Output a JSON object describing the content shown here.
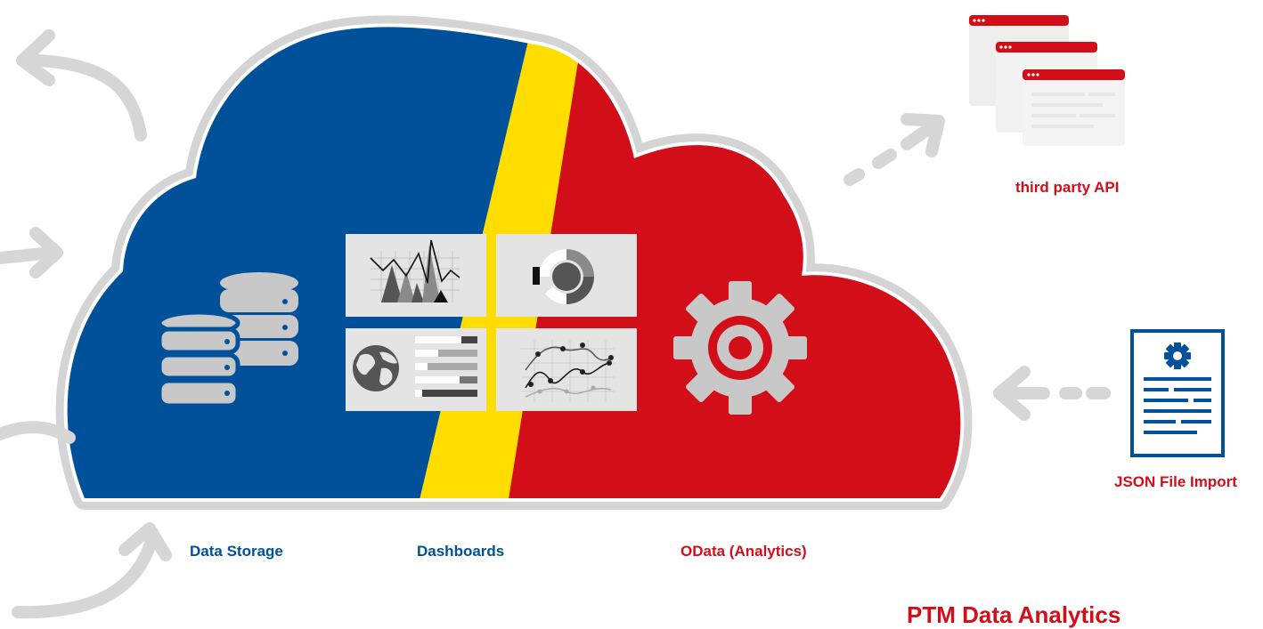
{
  "labels": {
    "data_storage": "Data Storage",
    "dashboards": "Dashboards",
    "odata": "OData (Analytics)",
    "third_party_api": "third party API",
    "json_file_import": "JSON File Import",
    "title": "PTM Data Analytics"
  },
  "colors": {
    "blue": "#00519a",
    "yellow": "#ffdd00",
    "red": "#d20e18",
    "outline_gray": "#d4d4d4",
    "arrow_gray": "#d6d6d6",
    "icon_gray": "#c8c8c8"
  },
  "icons": [
    "database-icon",
    "line-chart-icon",
    "donut-chart-icon",
    "world-bar-chart-icon",
    "scatter-chart-icon",
    "gear-icon",
    "api-window-icon",
    "json-document-icon",
    "arrow-icon"
  ]
}
